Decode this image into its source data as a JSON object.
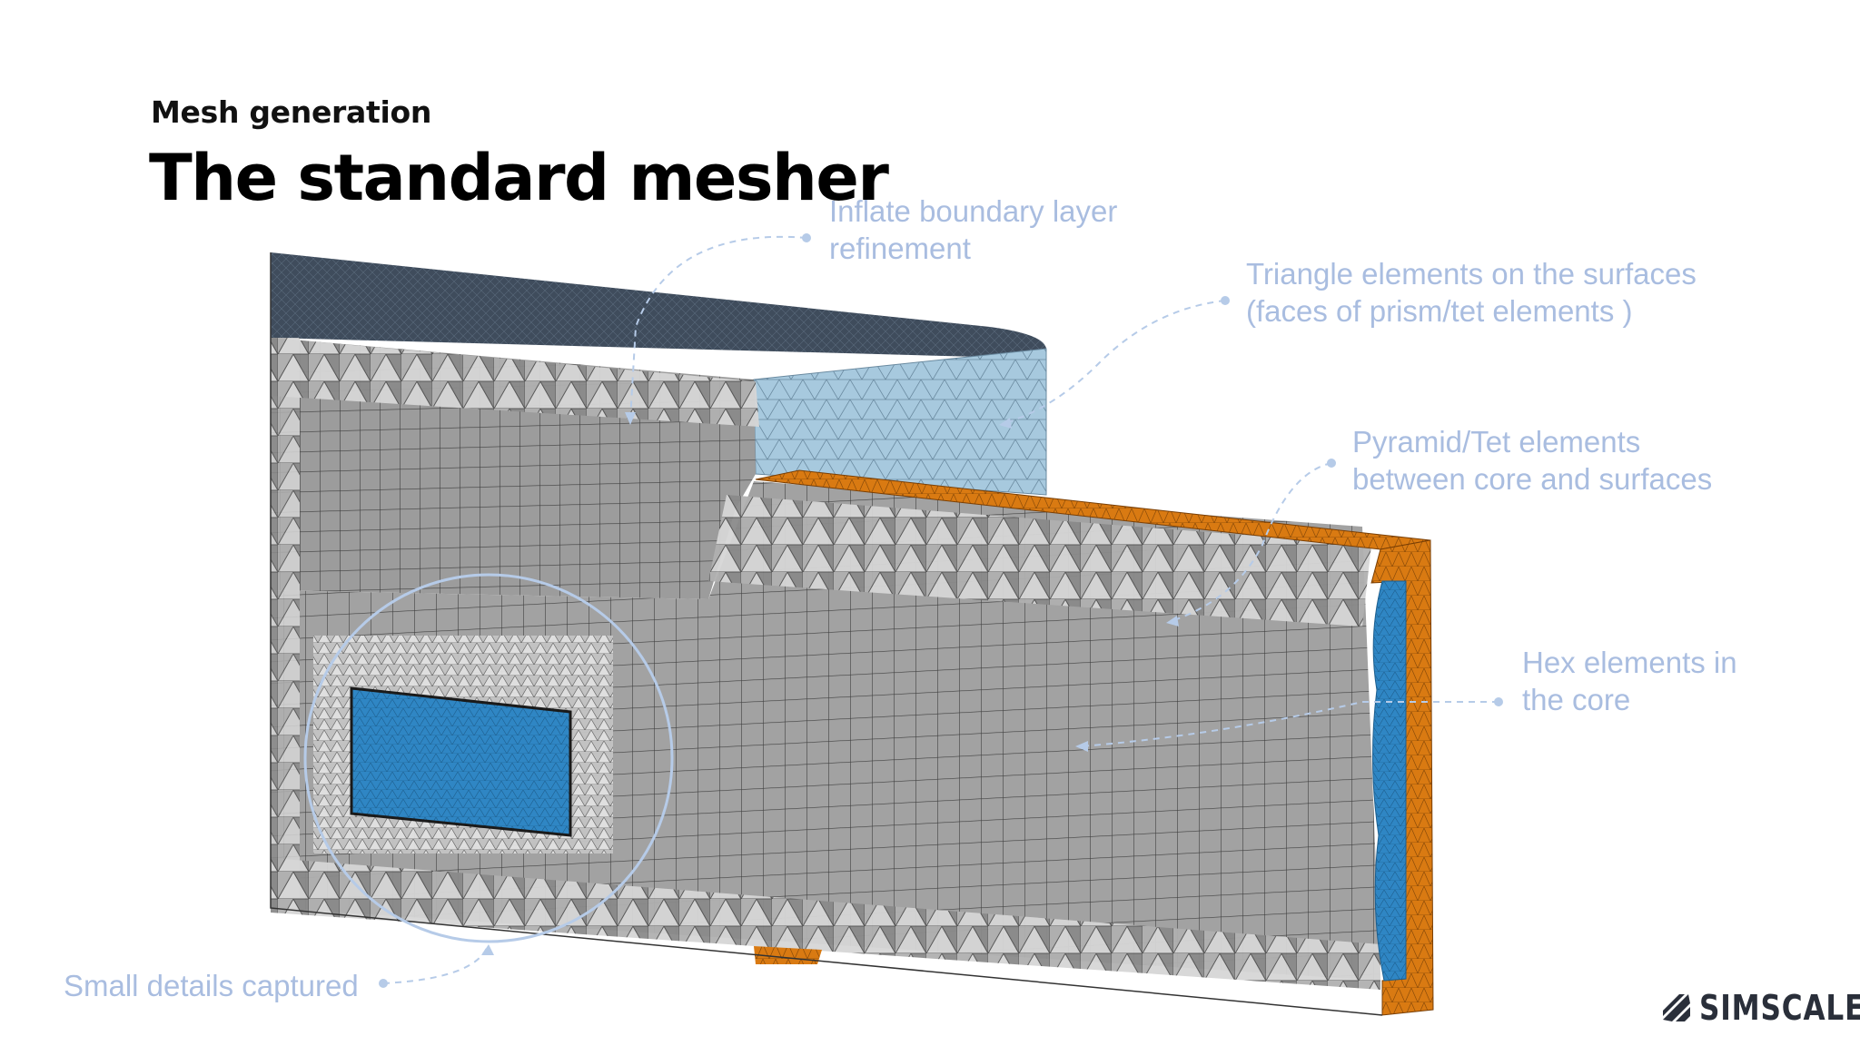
{
  "slide": {
    "kicker": "Mesh generation",
    "title": "The standard mesher"
  },
  "callouts": {
    "inflate": [
      "Inflate boundary layer",
      "refinement"
    ],
    "triangle": [
      "Triangle elements on the surfaces",
      "(faces of prism/tet elements )"
    ],
    "pyramid": [
      "Pyramid/Tet elements",
      "between core and surfaces"
    ],
    "hex": [
      "Hex elements in",
      "the core"
    ],
    "small": [
      "Small details captured"
    ]
  },
  "brand": {
    "name": "SIMSCALE",
    "icon": "simscale-logo-icon"
  },
  "colors": {
    "callout": "#a9bde0",
    "mesh_gray": "#9a9a9a",
    "mesh_lines": "#3c3c3c",
    "top_face": "#3e4b5b",
    "side_face": "#9fc4dc",
    "orange_face": "#d97a12",
    "blue_surface": "#2f86c4"
  }
}
